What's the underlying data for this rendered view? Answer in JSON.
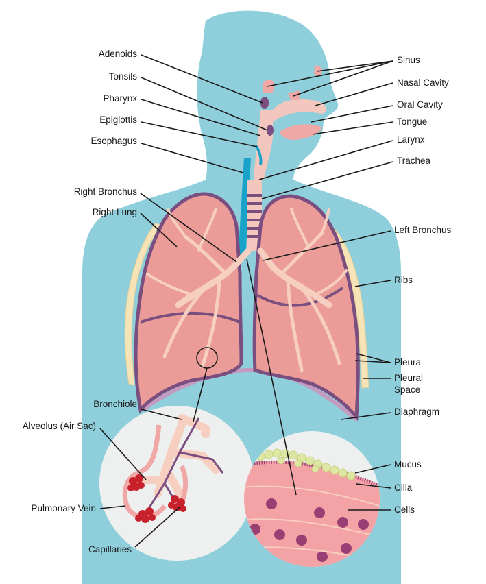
{
  "colors": {
    "body": "#8fcfdb",
    "lung": "#eb9c98",
    "lung_outline": "#7a4e7e",
    "airway": "#f7cfc0",
    "esophagus": "#1aa3c9",
    "ribs": "#f6e3b6",
    "alveoli": "#c7222c",
    "mucus": "#dde6a3",
    "cells": "#f3a3a6",
    "cell_nucleus": "#9a3e74"
  },
  "labels": {
    "adenoids": "Adenoids",
    "tonsils": "Tonsils",
    "pharynx": "Pharynx",
    "epiglottis": "Epiglottis",
    "esophagus": "Esophagus",
    "right_bronchus": "Right Bronchus",
    "right_lung": "Right Lung",
    "bronchiole": "Bronchiole",
    "alveolus": "Alveolus (Air Sac)",
    "pulmonary_vein": "Pulmonary Vein",
    "capillaries": "Capillaries",
    "sinus": "Sinus",
    "nasal_cavity": "Nasal Cavity",
    "oral_cavity": "Oral Cavity",
    "tongue": "Tongue",
    "larynx": "Larynx",
    "trachea": "Trachea",
    "left_bronchus": "Left Bronchus",
    "ribs": "Ribs",
    "pleura": "Pleura",
    "pleural_space_line1": "Pleural",
    "pleural_space_line2": "Space",
    "diaphragm": "Diaphragm",
    "mucus": "Mucus",
    "cilia": "Cilia",
    "cells": "Cells"
  }
}
